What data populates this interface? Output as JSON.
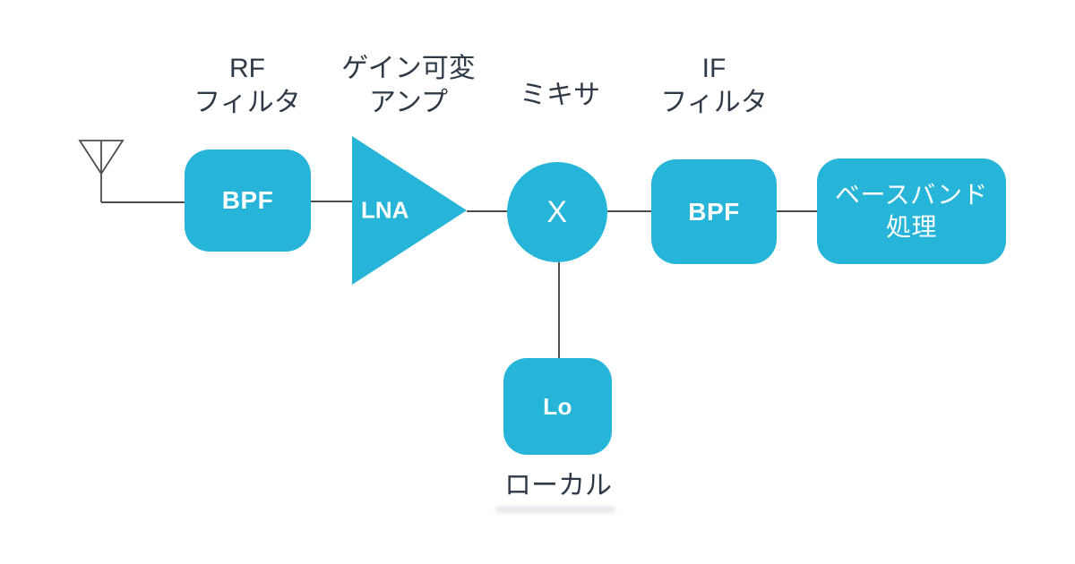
{
  "diagram": {
    "nodes": {
      "rf_filter": {
        "caption_line1": "RF",
        "caption_line2": "フィルタ",
        "text": "BPF"
      },
      "variable_gain_amp": {
        "caption_line1": "ゲイン可変",
        "caption_line2": "アンプ",
        "text": "LNA"
      },
      "mixer": {
        "caption": "ミキサ",
        "text": "X"
      },
      "if_filter": {
        "caption_line1": "IF",
        "caption_line2": "フィルタ",
        "text": "BPF"
      },
      "baseband": {
        "text_line1": "ベースバンド",
        "text_line2": "処理"
      },
      "local_oscillator": {
        "text": "Lo",
        "caption": "ローカル"
      }
    },
    "colors": {
      "node_fill": "#26B5D9",
      "node_text": "#FFFFFF",
      "caption_text": "#2F3A47",
      "connector": "#4D4D4D",
      "background": "#FFFFFF"
    }
  }
}
